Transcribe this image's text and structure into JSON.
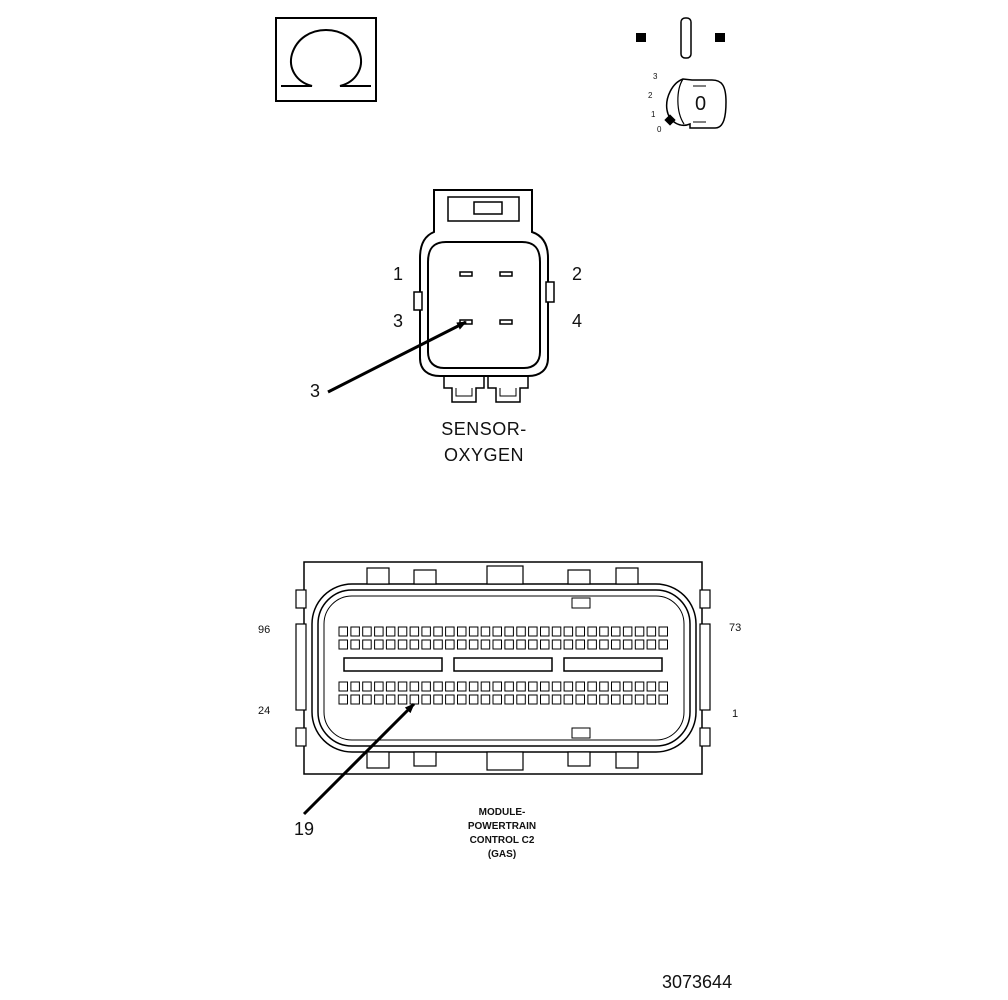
{
  "symbols": {
    "ohmmeter_icon": "ohm-icon",
    "ignition_icon": "ignition-key-icon",
    "ignition_positions": [
      "3",
      "2",
      "1",
      "0"
    ],
    "key_mark": "0"
  },
  "sensor_connector": {
    "caption_line1": "SENSOR-",
    "caption_line2": "OXYGEN",
    "pin_labels": {
      "p1": "1",
      "p2": "2",
      "p3": "3",
      "p4": "4"
    },
    "probe_pin": "3"
  },
  "pcm_connector": {
    "caption_lines": [
      "MODULE-",
      "POWERTRAIN",
      "CONTROL C2",
      "(GAS)"
    ],
    "corner_labels": {
      "top_left": "96",
      "top_right": "73",
      "bottom_left": "24",
      "bottom_right": "1"
    },
    "probe_pin": "19"
  },
  "figure_id": "3073644"
}
